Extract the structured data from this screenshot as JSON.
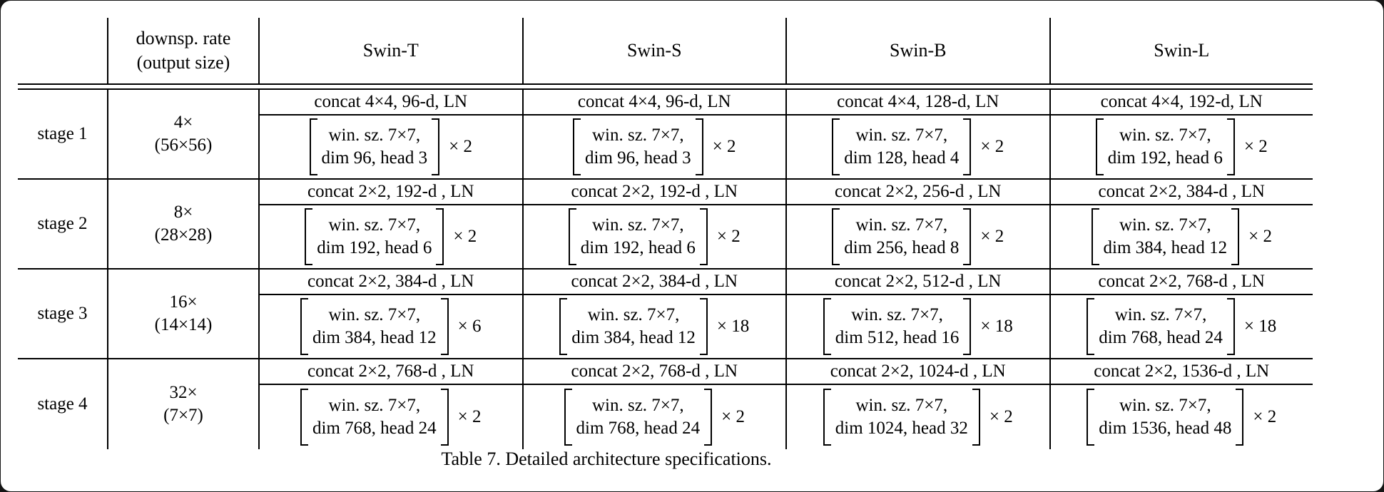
{
  "caption": "Table 7. Detailed architecture specifications.",
  "header": {
    "downsp_line1": "downsp. rate",
    "downsp_line2": "(output size)",
    "models": {
      "t": "Swin-T",
      "s": "Swin-S",
      "b": "Swin-B",
      "l": "Swin-L"
    }
  },
  "stages": [
    {
      "stage": "stage 1",
      "rate": "4×",
      "output": "(56×56)",
      "cells": [
        {
          "concat": "concat 4×4, 96-d, LN",
          "win": "win. sz. 7×7,",
          "dim": "dim 96, head 3",
          "mult": "× 2"
        },
        {
          "concat": "concat 4×4, 96-d, LN",
          "win": "win. sz. 7×7,",
          "dim": "dim 96, head 3",
          "mult": "× 2"
        },
        {
          "concat": "concat 4×4, 128-d, LN",
          "win": "win. sz. 7×7,",
          "dim": "dim 128, head 4",
          "mult": "× 2"
        },
        {
          "concat": "concat 4×4, 192-d, LN",
          "win": "win. sz. 7×7,",
          "dim": "dim 192, head 6",
          "mult": "× 2"
        }
      ]
    },
    {
      "stage": "stage 2",
      "rate": "8×",
      "output": "(28×28)",
      "cells": [
        {
          "concat": "concat 2×2, 192-d , LN",
          "win": "win. sz. 7×7,",
          "dim": "dim 192, head 6",
          "mult": "× 2"
        },
        {
          "concat": "concat 2×2, 192-d , LN",
          "win": "win. sz. 7×7,",
          "dim": "dim 192, head 6",
          "mult": "× 2"
        },
        {
          "concat": "concat 2×2, 256-d , LN",
          "win": "win. sz. 7×7,",
          "dim": "dim 256, head 8",
          "mult": "× 2"
        },
        {
          "concat": "concat 2×2, 384-d , LN",
          "win": "win. sz. 7×7,",
          "dim": "dim 384, head 12",
          "mult": "× 2"
        }
      ]
    },
    {
      "stage": "stage 3",
      "rate": "16×",
      "output": "(14×14)",
      "cells": [
        {
          "concat": "concat 2×2, 384-d , LN",
          "win": "win. sz. 7×7,",
          "dim": "dim 384, head 12",
          "mult": "× 6"
        },
        {
          "concat": "concat 2×2, 384-d , LN",
          "win": "win. sz. 7×7,",
          "dim": "dim 384, head 12",
          "mult": "× 18"
        },
        {
          "concat": "concat 2×2, 512-d , LN",
          "win": "win. sz. 7×7,",
          "dim": "dim 512, head 16",
          "mult": "× 18"
        },
        {
          "concat": "concat 2×2, 768-d , LN",
          "win": "win. sz. 7×7,",
          "dim": "dim 768, head 24",
          "mult": "× 18"
        }
      ]
    },
    {
      "stage": "stage 4",
      "rate": "32×",
      "output": "(7×7)",
      "cells": [
        {
          "concat": "concat 2×2, 768-d , LN",
          "win": "win. sz. 7×7,",
          "dim": "dim 768, head 24",
          "mult": "× 2"
        },
        {
          "concat": "concat 2×2, 768-d , LN",
          "win": "win. sz. 7×7,",
          "dim": "dim 768, head 24",
          "mult": "× 2"
        },
        {
          "concat": "concat 2×2, 1024-d , LN",
          "win": "win. sz. 7×7,",
          "dim": "dim 1024, head 32",
          "mult": "× 2"
        },
        {
          "concat": "concat 2×2, 1536-d , LN",
          "win": "win. sz. 7×7,",
          "dim": "dim 1536, head 48",
          "mult": "× 2"
        }
      ]
    }
  ]
}
